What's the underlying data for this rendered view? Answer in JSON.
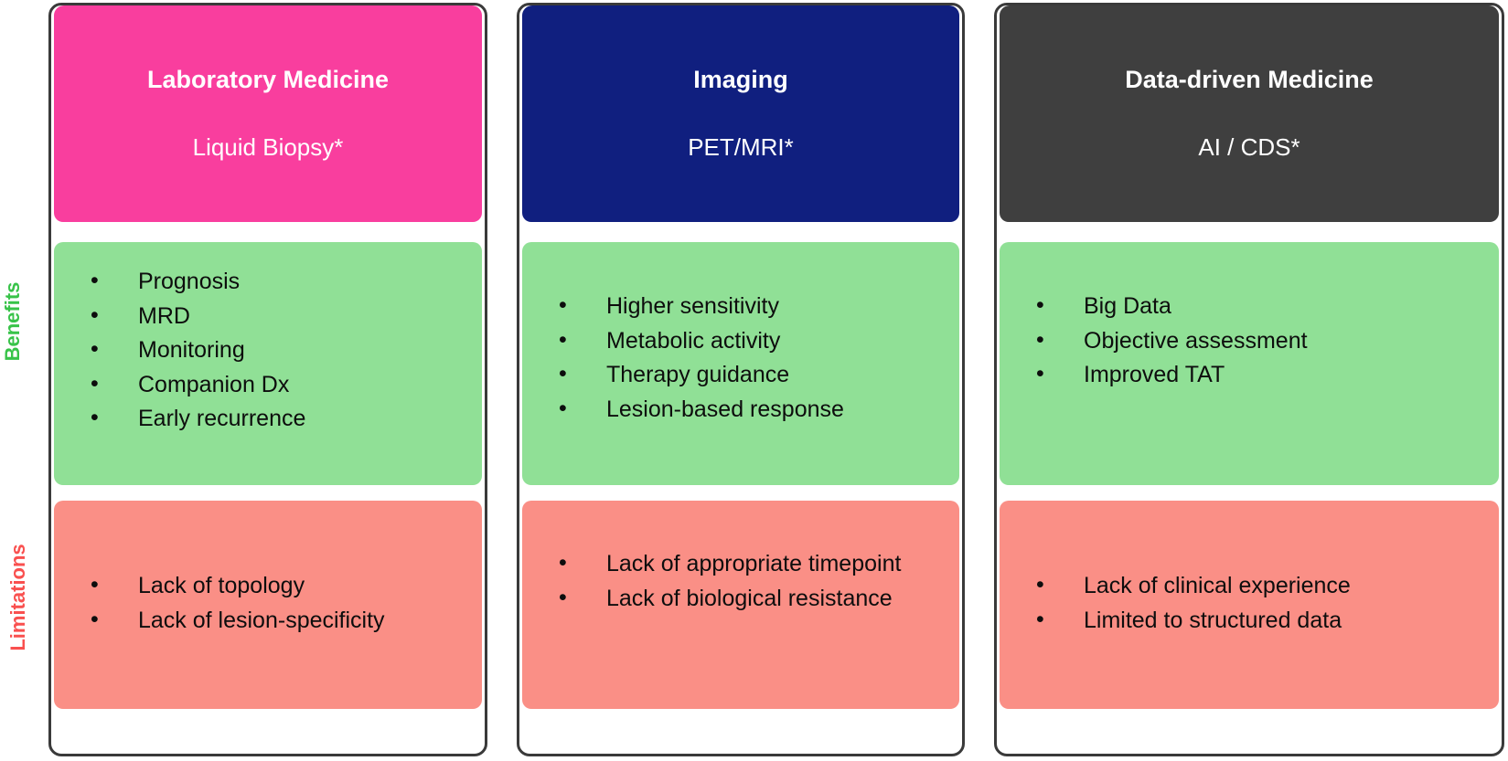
{
  "side_labels": {
    "benefits": "Benefits",
    "limitations": "Limitations",
    "benefits_color": "#38C349",
    "limitations_color": "#F9504F"
  },
  "colors": {
    "header_laboratory": "#F93E9E",
    "header_imaging": "#101F7F",
    "header_data_driven": "#3F3F3F",
    "benefits_panel": "#90E096",
    "limitations_panel": "#FA8F86",
    "frame_border": "#3a3a3a",
    "body_text": "#0d0d0d",
    "header_text": "#FFFFFF"
  },
  "columns": [
    {
      "title": "Laboratory Medicine",
      "subtitle": "Liquid Biopsy*",
      "benefits": [
        "Prognosis",
        "MRD",
        "Monitoring",
        "Companion Dx",
        "Early recurrence"
      ],
      "limitations": [
        "Lack of topology",
        "Lack of lesion-specificity"
      ]
    },
    {
      "title": "Imaging",
      "subtitle": "PET/MRI*",
      "benefits": [
        "Higher sensitivity",
        "Metabolic activity",
        "Therapy guidance",
        "Lesion-based response"
      ],
      "limitations": [
        "Lack of appropriate timepoint",
        "Lack of biological resistance"
      ]
    },
    {
      "title": "Data-driven Medicine",
      "subtitle": "AI / CDS*",
      "benefits": [
        "Big Data",
        "Objective assessment",
        "Improved TAT"
      ],
      "limitations": [
        "Lack of clinical experience",
        "Limited to structured data"
      ]
    }
  ]
}
